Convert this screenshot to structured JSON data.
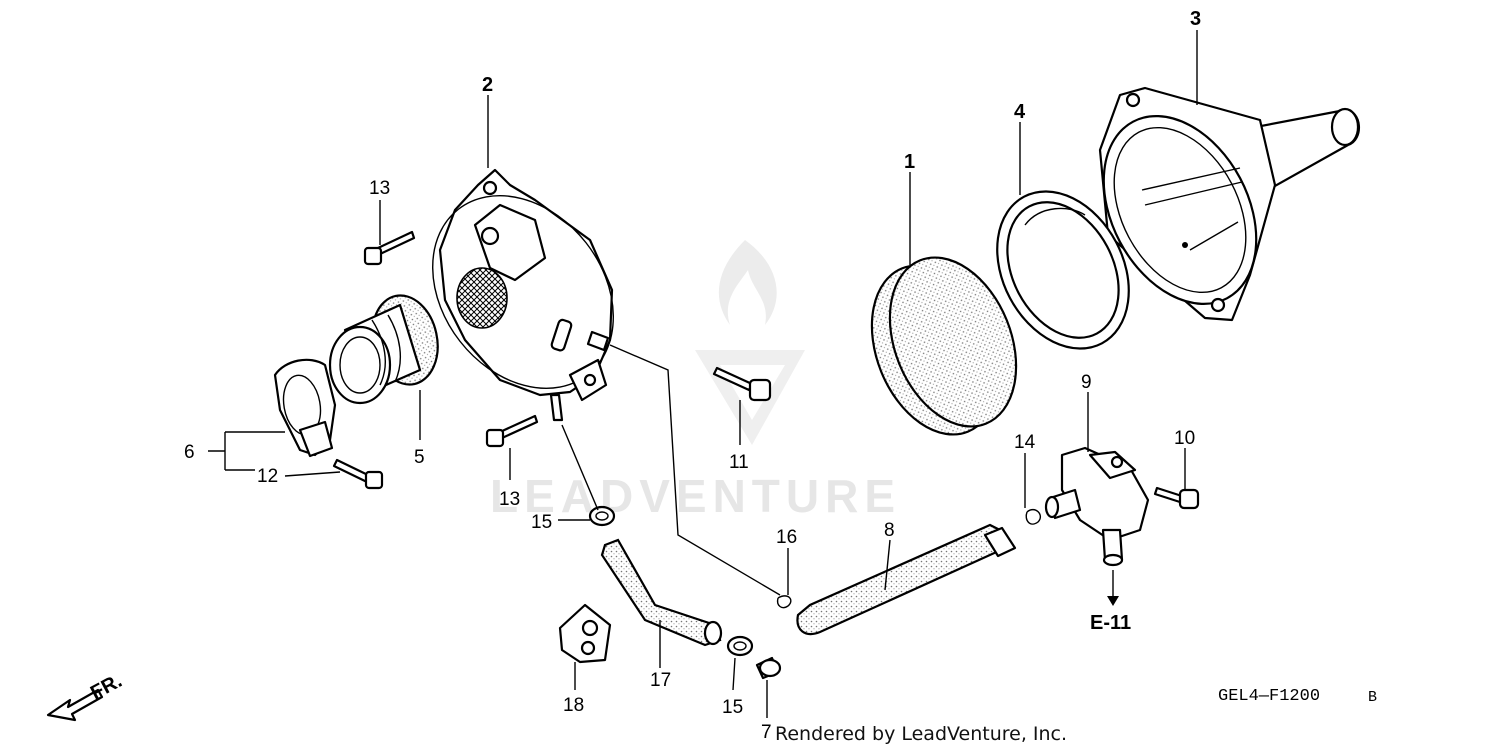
{
  "diagram": {
    "part_labels": [
      "1",
      "2",
      "3",
      "4",
      "5",
      "6",
      "7",
      "8",
      "9",
      "10",
      "11",
      "12",
      "13",
      "13",
      "14",
      "15",
      "15",
      "16",
      "17",
      "18"
    ],
    "reference": "E-11",
    "front_label": "FR.",
    "code": "GEL4—F1200",
    "code_suffix": "B",
    "watermark": "LEADVENTURE",
    "credit": "Rendered by LeadVenture, Inc."
  },
  "colors": {
    "ink": "#000000",
    "watermark": "#e6e6e6",
    "background": "#ffffff"
  }
}
